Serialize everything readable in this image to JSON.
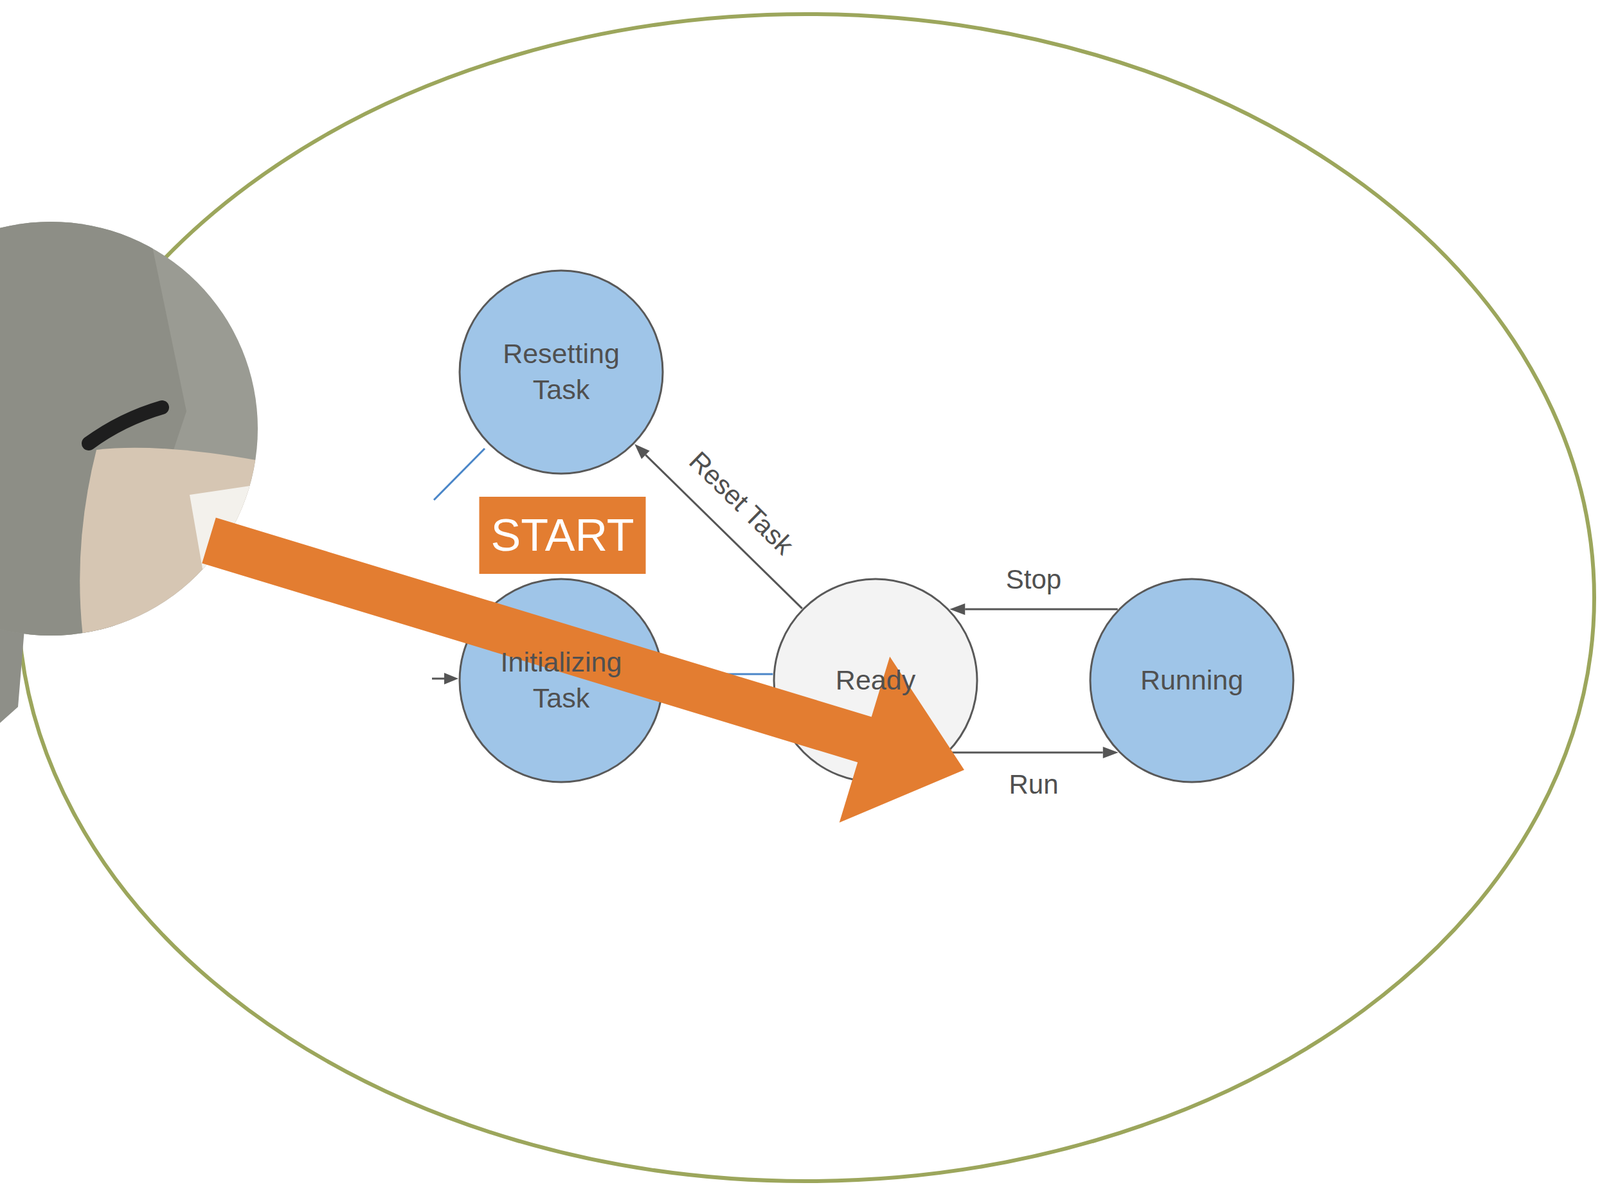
{
  "diagram": {
    "nodes": [
      {
        "text": [
          "Resetting Task"
        ]
      },
      {
        "text": [
          "Initializing Task"
        ]
      },
      {
        "text": [
          "Ready"
        ]
      },
      {
        "text": [
          "Running"
        ]
      }
    ],
    "edges": [
      {
        "from": 2,
        "to": 0,
        "label": "Reset Task",
        "arrow": "to"
      },
      {
        "from": 3,
        "to": 2,
        "label": "Stop",
        "arrow": "to"
      },
      {
        "from": 2,
        "to": 3,
        "label": "Run",
        "arrow": "to"
      },
      {
        "from": 1,
        "to": 2,
        "arrow": "none"
      }
    ],
    "labels": [
      "START"
    ]
  }
}
